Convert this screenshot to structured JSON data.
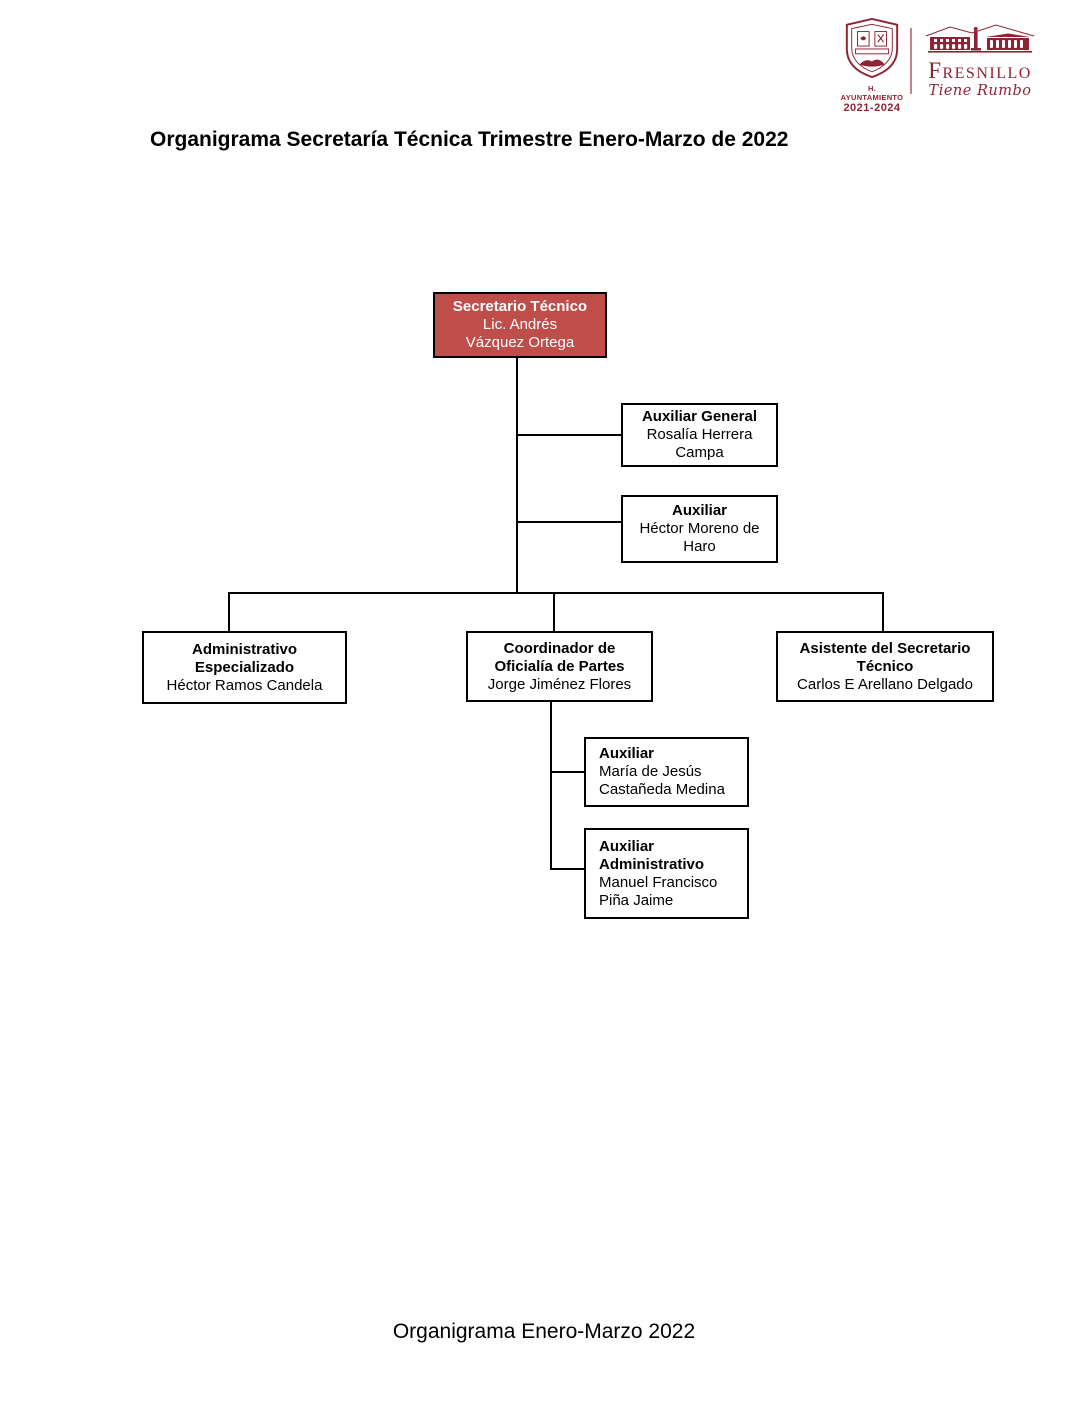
{
  "logo": {
    "crest_caption": "H. AYUNTAMIENTO",
    "crest_years": "2021-2024",
    "wordmark": "Fresnillo",
    "tagline": "Tiene Rumbo",
    "brand_color": "#8e2433"
  },
  "document": {
    "title": "Organigrama Secretaría Técnica Trimestre Enero-Marzo de 2022",
    "footer": "Organigrama Enero-Marzo 2022"
  },
  "org_chart": {
    "root_fill_color": "#bf4e4b",
    "box_border_color": "#000000",
    "line_color": "#000000",
    "nodes": {
      "secretario": {
        "title": "Secretario Técnico",
        "name": "Lic. Andrés\nVázquez Ortega"
      },
      "auxiliar_general": {
        "title": "Auxiliar General",
        "name": "Rosalía Herrera\nCampa"
      },
      "auxiliar": {
        "title": "Auxiliar",
        "name": "Héctor Moreno de\nHaro"
      },
      "administrativo_especializado": {
        "title": "Administrativo\nEspecializado",
        "name": "Héctor Ramos Candela"
      },
      "coordinador_oficialia": {
        "title": "Coordinador de\nOficialía de Partes",
        "name": "Jorge Jiménez Flores"
      },
      "asistente_secretario": {
        "title": "Asistente del Secretario\nTécnico",
        "name": "Carlos E Arellano Delgado"
      },
      "auxiliar_maria": {
        "title": "Auxiliar",
        "name": "María de Jesús\nCastañeda Medina"
      },
      "auxiliar_administrativo": {
        "title": "Auxiliar\nAdministrativo",
        "name": "Manuel Francisco\nPiña Jaime"
      }
    },
    "hierarchy": {
      "secretario": [
        "auxiliar_general",
        "auxiliar",
        "administrativo_especializado",
        "coordinador_oficialia",
        "asistente_secretario"
      ],
      "coordinador_oficialia": [
        "auxiliar_maria",
        "auxiliar_administrativo"
      ]
    }
  }
}
